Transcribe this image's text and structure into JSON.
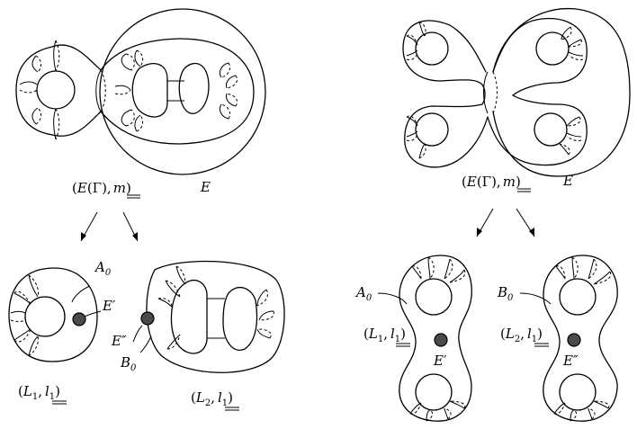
{
  "left": {
    "top_label": {
      "open": "(",
      "E": "E",
      "Gamma": "(Γ),",
      "m": "m",
      "close": ")"
    },
    "top_E": "E",
    "bottom_left_label": {
      "L": "L",
      "L_sub": "1",
      "comma": ",",
      "l": "l",
      "l_sub": "1",
      "close": ")"
    },
    "bottom_right_label": {
      "L": "L",
      "L_sub": "2",
      "comma": ",",
      "l": "l",
      "l_sub": "1",
      "close": ")"
    },
    "A0": {
      "base": "A",
      "sub": "0"
    },
    "B0": {
      "base": "B",
      "sub": "0"
    },
    "Eprime": "E′",
    "Edoubleprime": "E″"
  },
  "right": {
    "top_label": {
      "open": "(",
      "E": "E",
      "Gamma": "(Γ),",
      "m": "m",
      "close": ")"
    },
    "top_E": "E",
    "bottom_left_label": {
      "L": "L",
      "L_sub": "1",
      "comma": ",",
      "l": "l",
      "l_sub": "1",
      "close": ")"
    },
    "bottom_right_label": {
      "L": "L",
      "L_sub": "2",
      "comma": ",",
      "l": "l",
      "l_sub": "1",
      "close": ")"
    },
    "A0": {
      "base": "A",
      "sub": "0"
    },
    "B0": {
      "base": "B",
      "sub": "0"
    },
    "Eprime": "E′",
    "Edoubleprime": "E″"
  }
}
